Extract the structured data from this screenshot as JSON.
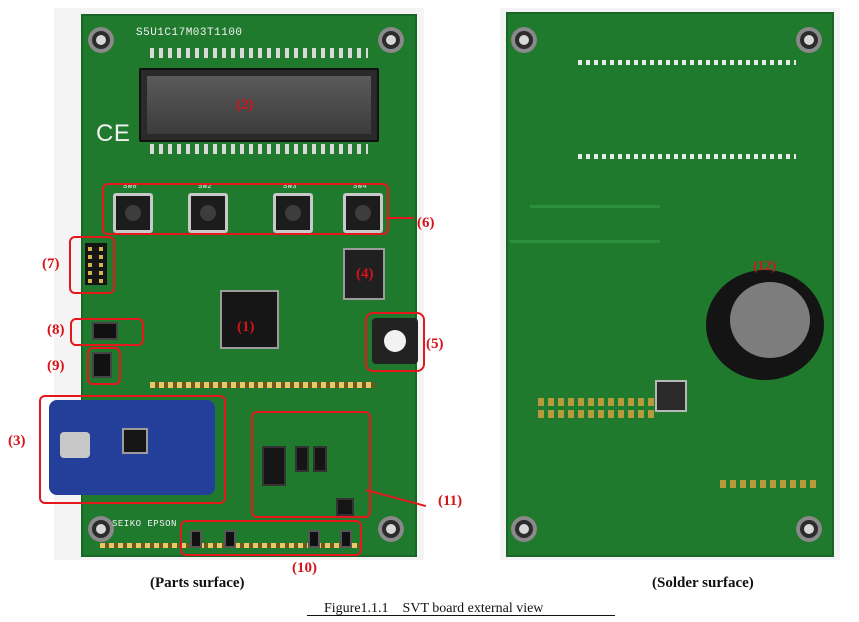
{
  "figure": {
    "caption": "Figure1.1.1　SVT board external view",
    "parts_caption": "(Parts surface)",
    "solder_caption": "(Solder surface)"
  },
  "parts_surface": {
    "board_id": "S5U1C17M03T1100",
    "maker": "SEIKO EPSON",
    "ce_mark": "CE",
    "buttons": [
      "SW0",
      "SW2",
      "SW3",
      "SW4"
    ],
    "labels": {
      "l1": "(1)",
      "l2": "(2)",
      "l3": "(3)",
      "l4": "(4)",
      "l5": "(5)",
      "l6": "(6)",
      "l7": "(7)",
      "l8": "(8)",
      "l9": "(9)",
      "l10": "(10)",
      "l11": "(11)"
    }
  },
  "solder_surface": {
    "labels": {
      "l12": "(12)"
    }
  },
  "colors": {
    "pcb": "#1f7a2e",
    "annotation": "#e3171c",
    "usb_module": "#243f9a"
  }
}
